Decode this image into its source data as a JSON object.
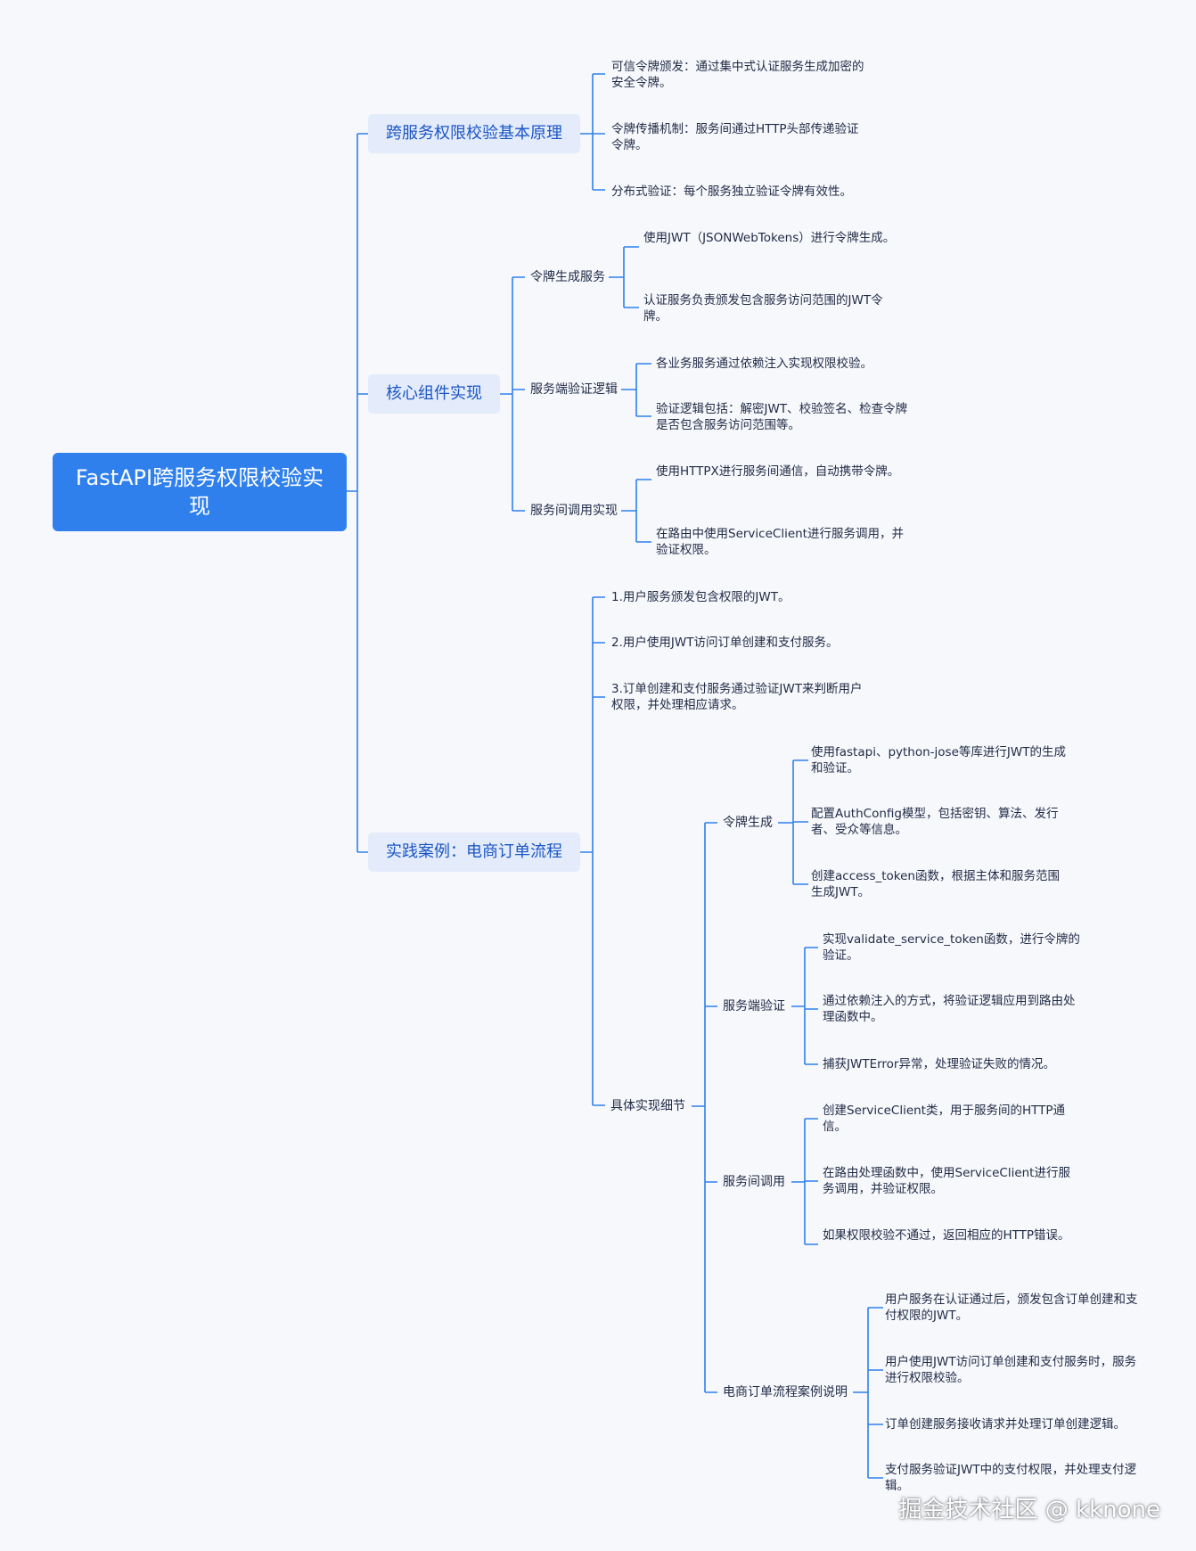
{
  "root": {
    "title": "FastAPI跨服务权限校验实现"
  },
  "principles": {
    "title": "跨服务权限校验基本原理",
    "leaves": [
      "可信令牌颁发：通过集中式认证服务生成加密的安全令牌。",
      "令牌传播机制：服务间通过HTTP头部传递验证令牌。",
      "分布式验证：每个服务独立验证令牌有效性。"
    ]
  },
  "core": {
    "title": "核心组件实现",
    "token_gen": {
      "label": "令牌生成服务",
      "leaves": [
        "使用JWT（JSONWebTokens）进行令牌生成。",
        "认证服务负责颁发包含服务访问范围的JWT令牌。"
      ]
    },
    "server_logic": {
      "label": "服务端验证逻辑",
      "leaves": [
        "各业务服务通过依赖注入实现权限校验。",
        "验证逻辑包括：解密JWT、校验签名、检查令牌是否包含服务访问范围等。"
      ]
    },
    "inter_call": {
      "label": "服务间调用实现",
      "leaves": [
        "使用HTTPX进行服务间通信，自动携带令牌。",
        "在路由中使用ServiceClient进行服务调用，并验证权限。"
      ]
    }
  },
  "practice": {
    "title": "实践案例：电商订单流程",
    "steps": [
      "1.用户服务颁发包含权限的JWT。",
      "2.用户使用JWT访问订单创建和支付服务。",
      "3.订单创建和支付服务通过验证JWT来判断用户权限，并处理相应请求。"
    ],
    "details": {
      "label": "具体实现细节",
      "token": {
        "label": "令牌生成",
        "leaves": [
          "使用fastapi、python-jose等库进行JWT的生成和验证。",
          "配置AuthConfig模型，包括密钥、算法、发行者、受众等信息。",
          "创建access_token函数，根据主体和服务范围生成JWT。"
        ]
      },
      "verify": {
        "label": "服务端验证",
        "leaves": [
          "实现validate_service_token函数，进行令牌的验证。",
          "通过依赖注入的方式，将验证逻辑应用到路由处理函数中。",
          "捕获JWTError异常，处理验证失败的情况。"
        ]
      },
      "call": {
        "label": "服务间调用",
        "leaves": [
          "创建ServiceClient类，用于服务间的HTTP通信。",
          "在路由处理函数中，使用ServiceClient进行服务调用，并验证权限。",
          "如果权限校验不通过，返回相应的HTTP错误。"
        ]
      },
      "case": {
        "label": "电商订单流程案例说明",
        "leaves": [
          "用户服务在认证通过后，颁发包含订单创建和支付权限的JWT。",
          "用户使用JWT访问订单创建和支付服务时，服务进行权限校验。",
          "订单创建服务接收请求并处理订单创建逻辑。",
          "支付服务验证JWT中的支付权限，并处理支付逻辑。"
        ]
      }
    }
  },
  "watermark": "掘金技术社区 @ kknone"
}
